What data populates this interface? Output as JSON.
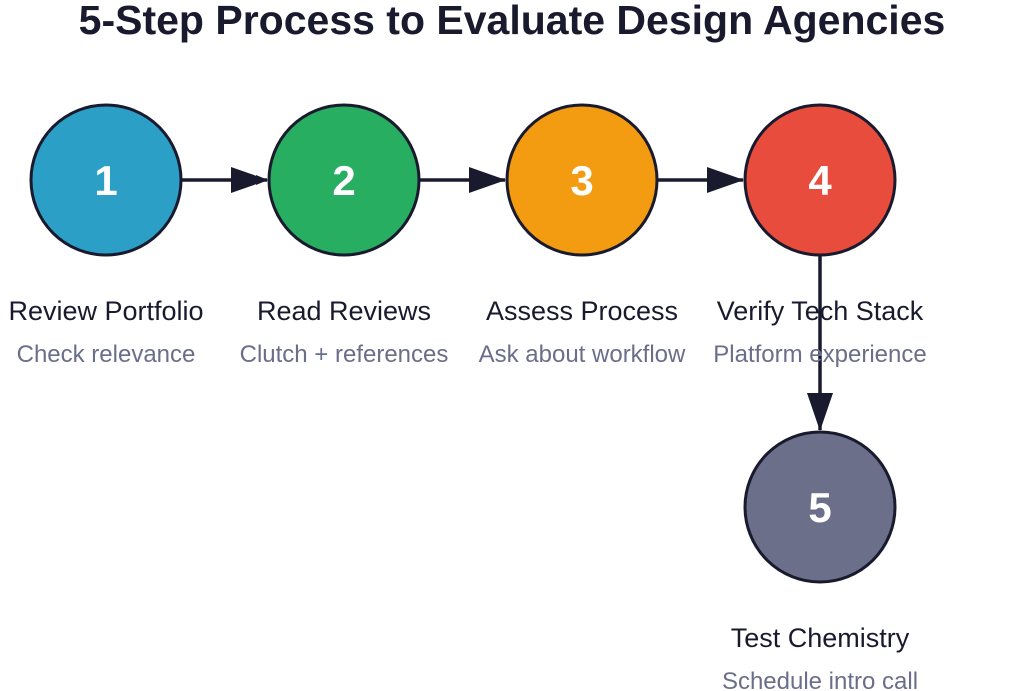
{
  "title": "5-Step Process to Evaluate Design Agencies",
  "steps": [
    {
      "number": "1",
      "label": "Review Portfolio",
      "sub": "Check relevance",
      "color": "#2b9fc6"
    },
    {
      "number": "2",
      "label": "Read Reviews",
      "sub": "Clutch + references",
      "color": "#27ae60"
    },
    {
      "number": "3",
      "label": "Assess Process",
      "sub": "Ask about workflow",
      "color": "#f39c12"
    },
    {
      "number": "4",
      "label": "Verify Tech Stack",
      "sub": "Platform experience",
      "color": "#e74c3c"
    },
    {
      "number": "5",
      "label": "Test Chemistry",
      "sub": "Schedule intro call",
      "color": "#6b6f8a"
    }
  ],
  "colors": {
    "stroke": "#1a1a2e",
    "arrow": "#1a1a2e"
  }
}
